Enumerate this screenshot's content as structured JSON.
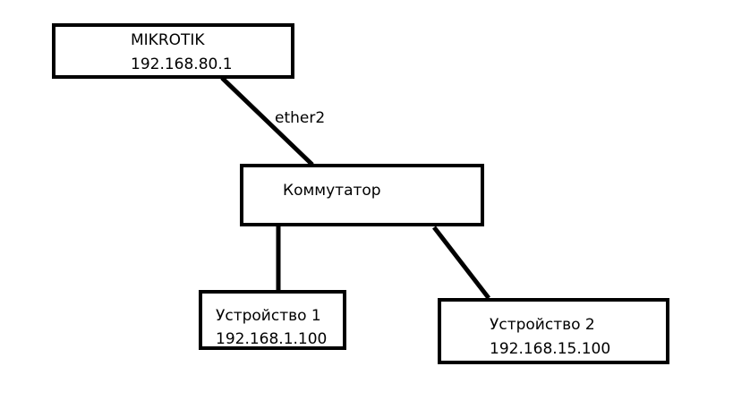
{
  "diagram": {
    "nodes": {
      "router": {
        "name": "MIKROTIK",
        "ip": "192.168.80.1"
      },
      "switch": {
        "name": "Коммутатор"
      },
      "device1": {
        "name": "Устройство 1",
        "ip": "192.168.1.100"
      },
      "device2": {
        "name": "Устройство 2",
        "ip": "192.168.15.100"
      }
    },
    "links": {
      "router_switch": {
        "label": "ether2"
      }
    }
  }
}
